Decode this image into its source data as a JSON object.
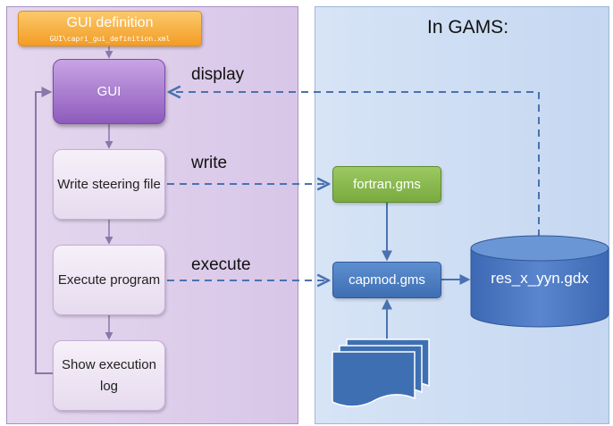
{
  "panels": {
    "right_title": "In GAMS:"
  },
  "gui_definition": {
    "title": "GUI definition",
    "file": "GUI\\capri_gui_definition.xml"
  },
  "steps": {
    "gui": "GUI",
    "write": "Write steering file",
    "execute": "Execute program",
    "log": "Show execution log"
  },
  "arrow_labels": {
    "display": "display",
    "write": "write",
    "execute": "execute"
  },
  "gams": {
    "fortran": "fortran.gms",
    "capmod": "capmod.gms",
    "gdx": "res_x_yyn.gdx"
  },
  "colors": {
    "gui_definition": "#f39c25",
    "gui_node": "#8e5bbd",
    "fortran_node": "#79aa3f",
    "capmod_node": "#3f6fb3",
    "gdx_cylinder": "#4472c4",
    "dashed_arrows": "#4a72b0"
  }
}
